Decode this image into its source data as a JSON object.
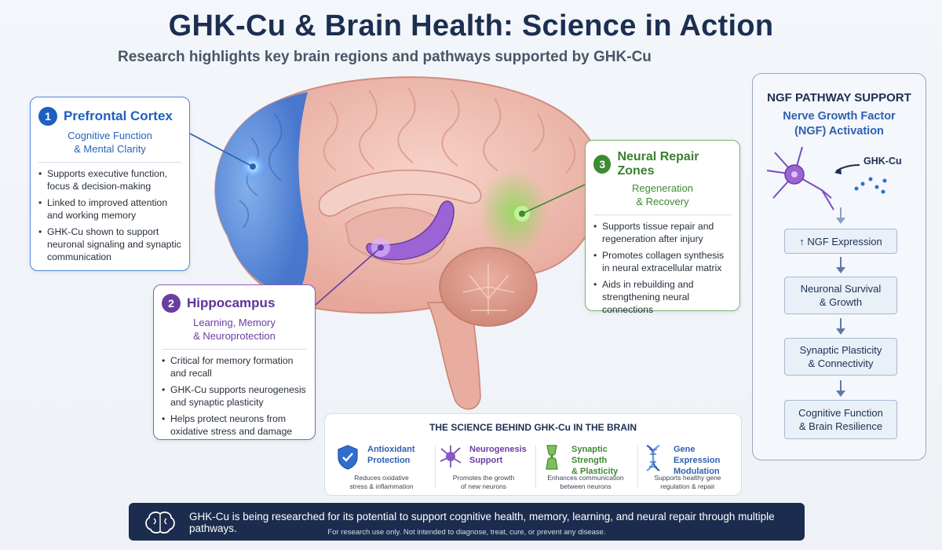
{
  "title": "GHK-Cu & Brain Health: Science in Action",
  "subtitle": "Research highlights key brain regions and pathways supported by GHK-Cu",
  "regions": [
    {
      "number": "1",
      "name": "Prefrontal Cortex",
      "sub1": "Cognitive Function",
      "sub2": "& Mental Clarity",
      "bullets": [
        "Supports executive function, focus & decision-making",
        "Linked to improved attention and working memory",
        "GHK-Cu shown to support neuronal signaling and synaptic communication"
      ],
      "color": "#1f5fbf"
    },
    {
      "number": "2",
      "name": "Hippocampus",
      "sub1": "Learning, Memory",
      "sub2": "& Neuroprotection",
      "bullets": [
        "Critical for memory formation and recall",
        "GHK-Cu supports neurogenesis and synaptic plasticity",
        "Helps protect neurons from oxidative stress and damage"
      ],
      "color": "#6a3ea1"
    },
    {
      "number": "3",
      "name": "Neural Repair Zones",
      "sub1": "Regeneration",
      "sub2": "& Recovery",
      "bullets": [
        "Supports tissue repair and regeneration after injury",
        "Promotes collagen synthesis in neural extracellular matrix",
        "Aids in rebuilding and strengthening neural connections"
      ],
      "color": "#3f8a34"
    }
  ],
  "science": {
    "title": "THE SCIENCE BEHIND GHK-Cu IN THE BRAIN",
    "items": [
      {
        "icon": "shield-icon",
        "label1": "Antioxidant",
        "label2": "Protection",
        "desc1": "Reduces oxidative",
        "desc2": "stress & inflammation",
        "color": "#2f5fb0"
      },
      {
        "icon": "neuron-icon",
        "label1": "Neurogenesis",
        "label2": "Support",
        "desc1": "Promotes the growth",
        "desc2": "of new neurons",
        "color": "#6a3ea1"
      },
      {
        "icon": "synapse-icon",
        "label1": "Synaptic Strength",
        "label2": "& Plasticity",
        "desc1": "Enhances communication",
        "desc2": "between neurons",
        "color": "#3f8a34"
      },
      {
        "icon": "dna-icon",
        "label1": "Gene Expression",
        "label2": "Modulation",
        "desc1": "Supports healthy gene",
        "desc2": "regulation & repair",
        "color": "#2f5fb0"
      }
    ]
  },
  "ngf": {
    "title": "NGF PATHWAY SUPPORT",
    "sub1": "Nerve Growth Factor",
    "sub2": "(NGF) Activation",
    "ghk_label": "GHK-Cu",
    "steps": [
      {
        "line1": "↑ NGF Expression",
        "line2": ""
      },
      {
        "line1": "Neuronal Survival",
        "line2": "& Growth"
      },
      {
        "line1": "Synaptic Plasticity",
        "line2": "& Connectivity"
      },
      {
        "line1": "Cognitive Function",
        "line2": "& Brain Resilience"
      }
    ]
  },
  "footer": {
    "main": "GHK-Cu is being researched for its potential to support cognitive health, memory, learning, and neural repair through multiple pathways.",
    "note": "For research use only. Not intended to diagnose, treat, cure, or prevent any disease."
  },
  "colors": {
    "navy": "#1c2f52",
    "blue": "#1f5fbf",
    "purple": "#6a3ea1",
    "green": "#3f8a34",
    "brain_pink": "#f0b9ae"
  }
}
